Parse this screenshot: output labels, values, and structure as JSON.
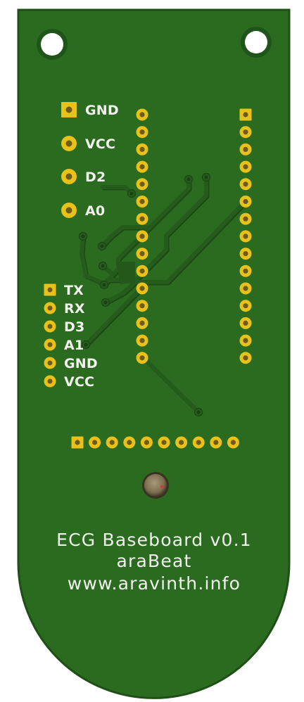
{
  "colors": {
    "board_fill": "#2b6b20",
    "board_edge": "#1f4f17",
    "trace": "#255c1c",
    "trace_shadow": "#1c4a15",
    "silkscreen": "#f2f2ee",
    "pad_gold": "#e8c11a",
    "pad_hole": "#6f5a1a",
    "mount_hole": "#ffffff",
    "led_body": "#8a7a5a",
    "led_marker": "#d8383a"
  },
  "labels": {
    "top_header": [
      "GND",
      "VCC",
      "D2",
      "A0"
    ],
    "side_header": [
      "TX",
      "RX",
      "D3",
      "A1",
      "GND",
      "VCC"
    ]
  },
  "title_lines": [
    "ECG Baseboard v0.1",
    "araBeat",
    "www.aravinth.info"
  ],
  "icons": {
    "mount_hole": "mount-hole-icon",
    "via": "via-icon",
    "pad": "pad-icon",
    "led": "led-icon"
  }
}
